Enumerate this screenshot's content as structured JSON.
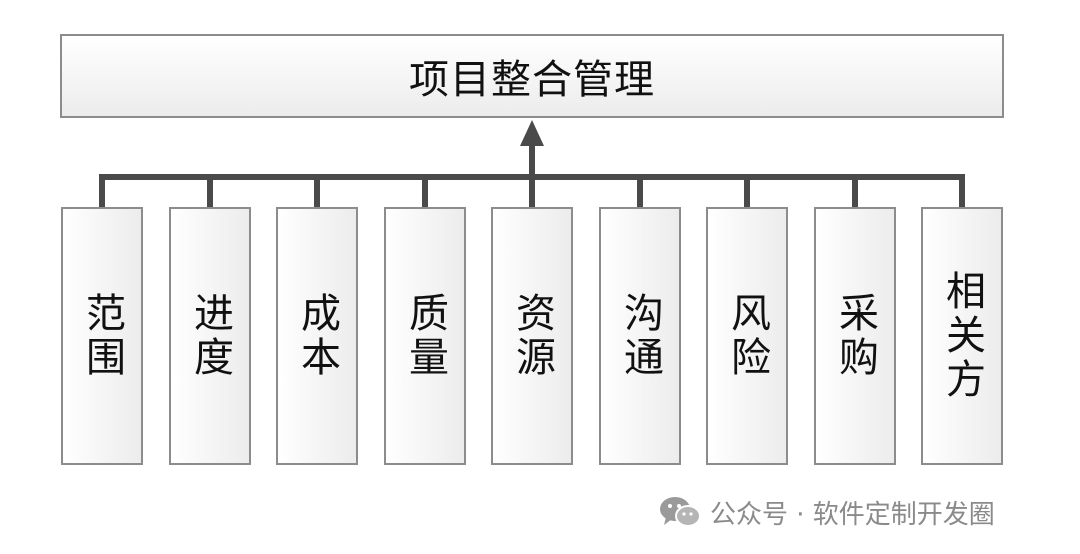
{
  "title": "项目整合管理",
  "areas": [
    "范围",
    "进度",
    "成本",
    "质量",
    "资源",
    "沟通",
    "风险",
    "采购",
    "相关方"
  ],
  "watermark": {
    "icon": "wechat-icon",
    "text": "公众号 · 软件定制开发圈"
  },
  "colors": {
    "line": "#4a4a4a",
    "box_border": "#8c8c8c",
    "watermark": "#8a8a8a"
  }
}
